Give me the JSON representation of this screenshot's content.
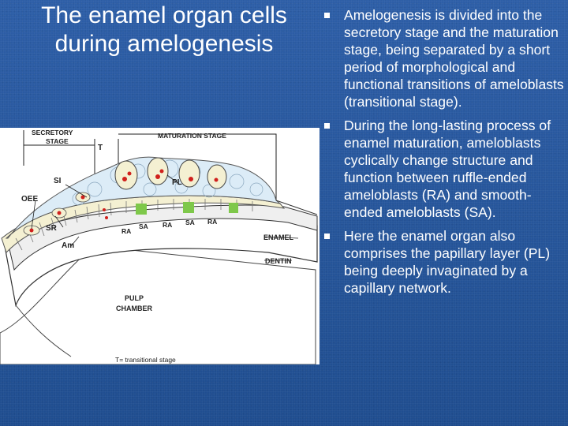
{
  "title": "The enamel organ cells during amelogenesis",
  "bullets": [
    "Amelogenesis is divided into the secretory stage and the maturation stage, being separated by a short period of morphological and functional transitions of ameloblasts (transitional stage).",
    "During the long-lasting process of enamel maturation, ameloblasts cyclically change structure and function between ruffle-ended ameloblasts (RA) and smooth-ended ameloblasts (SA).",
    "Here the enamel organ also comprises the papillary layer (PL) being deeply invaginated by a capillary network."
  ],
  "diagram": {
    "labels": {
      "secretory_stage_1": "SECRETORY",
      "secretory_stage_2": "STAGE",
      "maturation_stage": "MATURATION STAGE",
      "t": "T",
      "si": "SI",
      "pl": "PL",
      "oee": "OEE",
      "sr": "SR",
      "am": "Am",
      "ra1": "RA",
      "sa1": "SA",
      "ra2": "RA",
      "sa2": "SA",
      "ra3": "RA",
      "enamel": "ENAMEL",
      "dentin": "DENTIN",
      "pulp_1": "PULP",
      "pulp_2": "CHAMBER",
      "footnote": "T= transitional stage"
    },
    "colors": {
      "cell_fill": "#dcecf7",
      "ameloblast_fill": "#f4f0d2",
      "smooth_band": "#7ec84a",
      "nucleus_red": "#d0201c"
    }
  }
}
